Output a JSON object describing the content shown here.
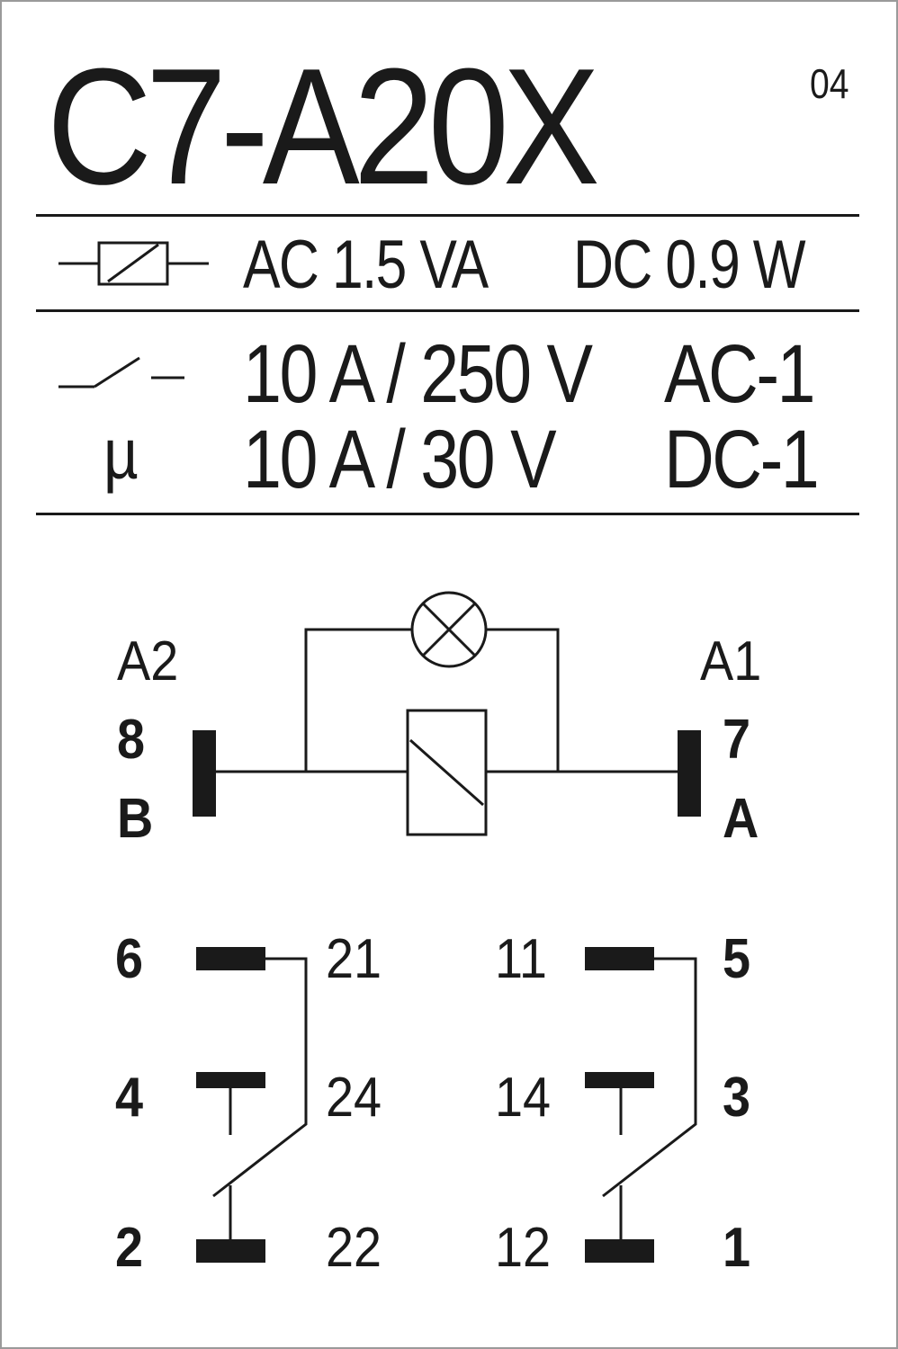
{
  "header": {
    "model": "C7-A20X",
    "revision": "04"
  },
  "coil_rating": {
    "ac": "AC 1.5 VA",
    "dc": "DC 0.9 W"
  },
  "contact_rating": {
    "rows": [
      {
        "prefix": "",
        "current_voltage": "10 A / 250 V",
        "category": "AC-1"
      },
      {
        "prefix": "µ",
        "current_voltage": "10 A / 30 V",
        "category": "DC-1"
      }
    ]
  },
  "coil_terminals": {
    "left_iec": "A2",
    "left_pin": "8",
    "left_letter": "B",
    "right_iec": "A1",
    "right_pin": "7",
    "right_letter": "A"
  },
  "contacts": {
    "set1": {
      "nc_pin": "6",
      "nc_iec": "21",
      "no_pin": "4",
      "no_iec": "24",
      "com_pin": "2",
      "com_iec": "22"
    },
    "set2": {
      "nc_iec": "11",
      "nc_pin": "5",
      "no_iec": "14",
      "no_pin": "3",
      "com_iec": "12",
      "com_pin": "1"
    }
  },
  "colors": {
    "ink": "#1a1a1a",
    "border": "#9a9a9a",
    "background": "#ffffff"
  }
}
